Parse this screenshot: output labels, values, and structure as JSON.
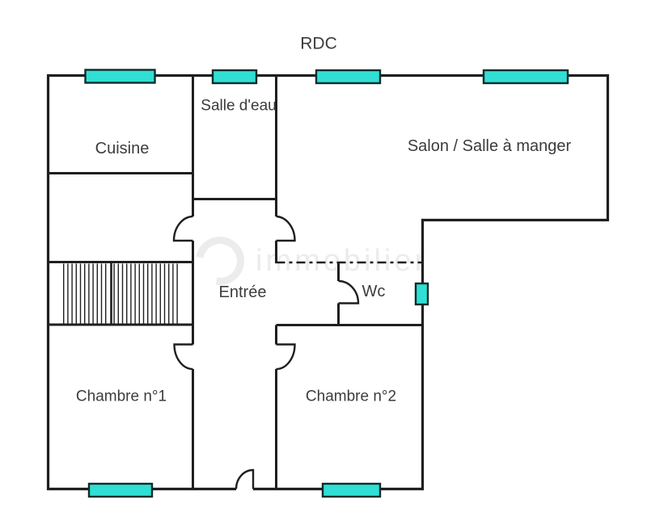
{
  "floor_label": "RDC",
  "rooms": {
    "cuisine": "Cuisine",
    "salle_deau": "Salle d'eau",
    "salon": "Salon / Salle à manger",
    "entree": "Entrée",
    "wc": "Wc",
    "chambre1": "Chambre n°1",
    "chambre2": "Chambre n°2"
  },
  "watermark": "immobilier",
  "colors": {
    "walls": "#1f1f1f",
    "window_fill": "#31dfd5",
    "label_text": "#3c3c3c"
  }
}
